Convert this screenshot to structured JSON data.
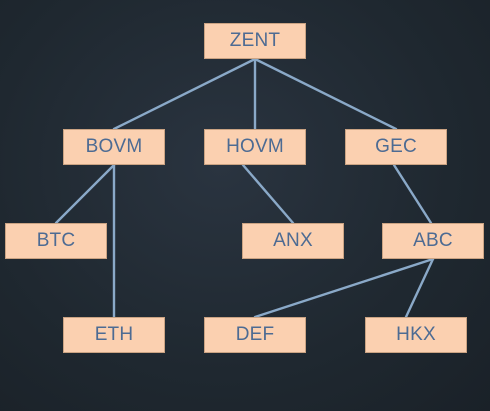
{
  "diagram": {
    "type": "tree",
    "nodes": [
      {
        "id": "zent",
        "label": "ZENT"
      },
      {
        "id": "bovm",
        "label": "BOVM"
      },
      {
        "id": "hovm",
        "label": "HOVM"
      },
      {
        "id": "gec",
        "label": "GEC"
      },
      {
        "id": "btc",
        "label": "BTC"
      },
      {
        "id": "anx",
        "label": "ANX"
      },
      {
        "id": "abc",
        "label": "ABC"
      },
      {
        "id": "eth",
        "label": "ETH"
      },
      {
        "id": "def",
        "label": "DEF"
      },
      {
        "id": "hkx",
        "label": "HKX"
      }
    ],
    "edges": [
      {
        "from": "zent",
        "to": "bovm"
      },
      {
        "from": "zent",
        "to": "hovm"
      },
      {
        "from": "zent",
        "to": "gec"
      },
      {
        "from": "bovm",
        "to": "btc"
      },
      {
        "from": "bovm",
        "to": "eth"
      },
      {
        "from": "hovm",
        "to": "anx"
      },
      {
        "from": "gec",
        "to": "abc"
      },
      {
        "from": "abc",
        "to": "def"
      },
      {
        "from": "abc",
        "to": "hkx"
      }
    ],
    "colors": {
      "node_fill": "#fbd0b0",
      "node_text": "#4d6b93",
      "edge": "#8aa9c8",
      "background": "#1f2830"
    }
  }
}
